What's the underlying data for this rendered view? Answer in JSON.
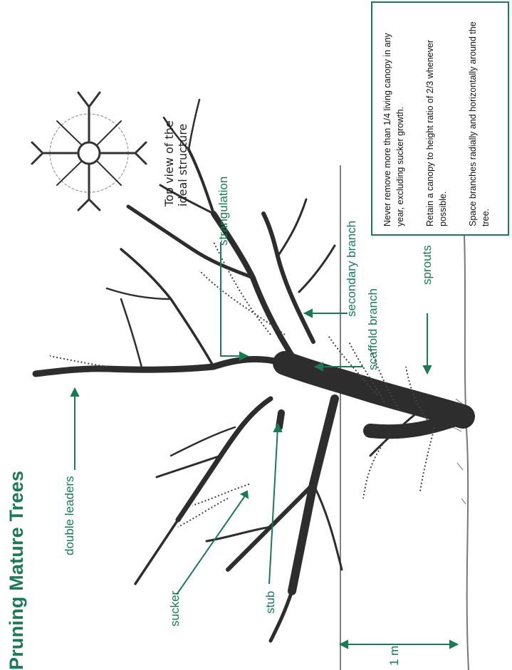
{
  "title": "Pruning Mature Trees",
  "top_view_label": "Top view of the ideal structure",
  "labels": {
    "double_leaders": "double leaders",
    "sucker": "sucker",
    "stub": "stub",
    "strangulation": "strangulation",
    "secondary_branch": "secondary branch",
    "scaffold_branch": "scaffold branch",
    "sprouts": "sprouts",
    "scale": "1 m"
  },
  "notes": [
    "Never remove more than 1/4 living canopy in any year, excluding sucker growth.",
    "Retain a canopy to height ratio of 2/3 whenever possible.",
    "Space branches radially and horizontally around the tree."
  ],
  "colors": {
    "accent": "#1b7a55",
    "ink": "#333333"
  }
}
